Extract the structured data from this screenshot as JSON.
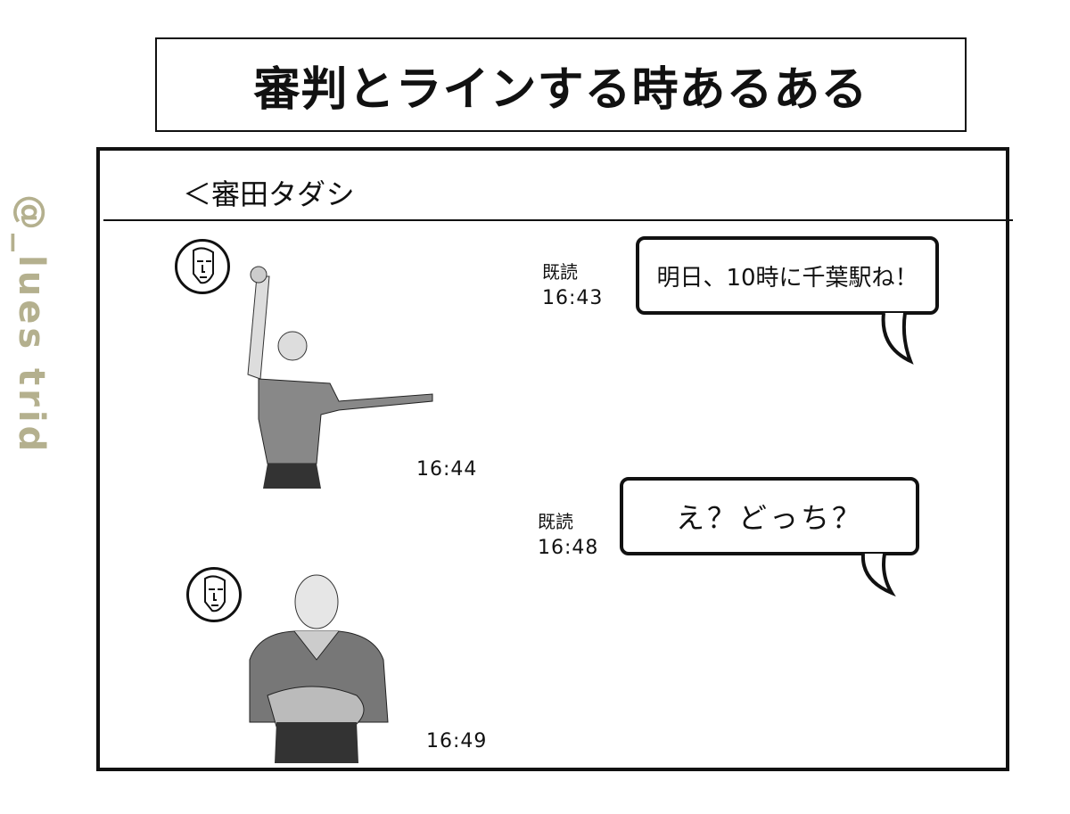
{
  "title": "審判とラインする時あるある",
  "watermark": "@_lues trid",
  "chat": {
    "contact_name": "＜審田タダシ",
    "messages": [
      {
        "side": "left",
        "type": "image",
        "content": "referee-arm-raised-pointing",
        "time": "16:44"
      },
      {
        "side": "right",
        "type": "text",
        "text": "明日、10時に千葉駅ね！",
        "read_label": "既読",
        "time": "16:43"
      },
      {
        "side": "right",
        "type": "text",
        "text": "え？どっち？",
        "read_label": "既読",
        "time": "16:48"
      },
      {
        "side": "left",
        "type": "image",
        "content": "referee-arms-rolling",
        "time": "16:49"
      }
    ]
  }
}
